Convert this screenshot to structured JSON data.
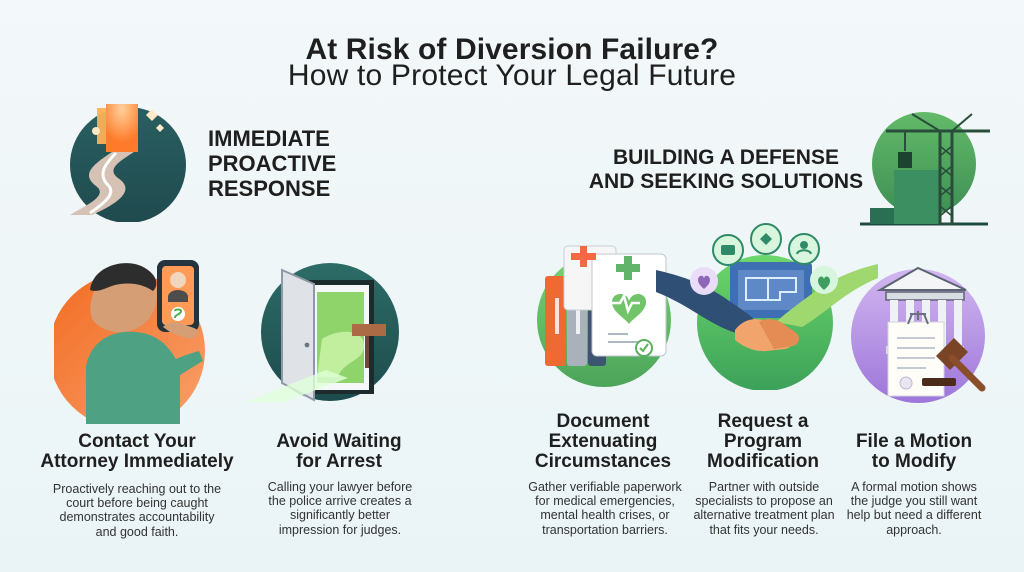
{
  "header": {
    "title_line1": "At Risk of Diversion Failure?",
    "title_line2": "How to Protect Your Legal Future"
  },
  "sections": {
    "left_heading": "IMMEDIATE\nPROACTIVE\nRESPONSE",
    "right_heading": "BUILDING A DEFENSE\nAND SEEKING SOLUTIONS"
  },
  "items": [
    {
      "title": "Contact Your\nAttorney Immediately",
      "body": "Proactively reaching out to the\ncourt before being caught\ndemonstrates accountability\nand good faith."
    },
    {
      "title": "Avoid Waiting\nfor Arrest",
      "body": "Calling your lawyer before\nthe police arrive creates a\nsignificantly better\nimpression for judges."
    },
    {
      "title": "Document\nExtenuating\nCircumstances",
      "body": "Gather verifiable paperwork\nfor medical emergencies,\nmental health crises, or\ntransportation barriers."
    },
    {
      "title": "Request a\nProgram\nModification",
      "body": "Partner with outside\nspecialists to propose an\nalternative treatment plan\nthat fits your needs."
    },
    {
      "title": "File a Motion\nto Modify",
      "body": "A formal motion shows\nthe judge you still want\nhelp but need a different\napproach."
    }
  ],
  "colors": {
    "background": "#eef6f8",
    "text": "#1f1f1f",
    "orange": "#f07a2d",
    "green": "#5aa05a",
    "teal": "#2d6b63",
    "purple": "#b58ad9",
    "blue": "#4e7fbf"
  },
  "illustrations": {
    "road": "road-icon",
    "phone_person": "phone-call-person-illustration",
    "open_door": "open-door-illustration",
    "construction": "construction-crane-illustration",
    "documents": "documents-binders-illustration",
    "handshake": "handshake-illustration",
    "plan_board": "plan-board-illustration",
    "courthouse": "courthouse-gavel-illustration",
    "heart_icon": "heart-icon",
    "user_icon": "user-icon",
    "leaf_icon": "leaf-icon",
    "camera_icon": "camera-icon"
  }
}
